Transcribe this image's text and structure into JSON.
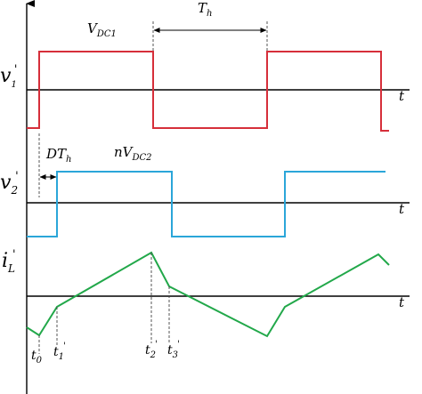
{
  "labels": {
    "v1_base": "v",
    "v1_sub": "1",
    "v1_prime": "'",
    "v2_base": "v",
    "v2_sub": "2",
    "v2_prime": "'",
    "iL_base": "i",
    "iL_sub": "L",
    "iL_prime": "'",
    "time_axis": "t",
    "vdc1_base": "V",
    "vdc1_sub": "DC1",
    "nvdc2_base": "nV",
    "nvdc2_sub": "DC2",
    "th_base": "T",
    "th_sub": "h",
    "dth_base": "DT",
    "dth_sub": "h",
    "t0_base": "t",
    "t0_sub": "0",
    "t1_base": "t",
    "t1_sub": "1",
    "t1_prime": "'",
    "t2_base": "t",
    "t2_sub": "2",
    "t2_prime": "'",
    "t3_base": "t",
    "t3_sub": "3",
    "t3_prime": "'"
  },
  "colors": {
    "v1_wave": "#d62f3a",
    "v2_wave": "#2ba6d9",
    "iL_wave": "#22a84a",
    "axes": "#000000"
  }
}
